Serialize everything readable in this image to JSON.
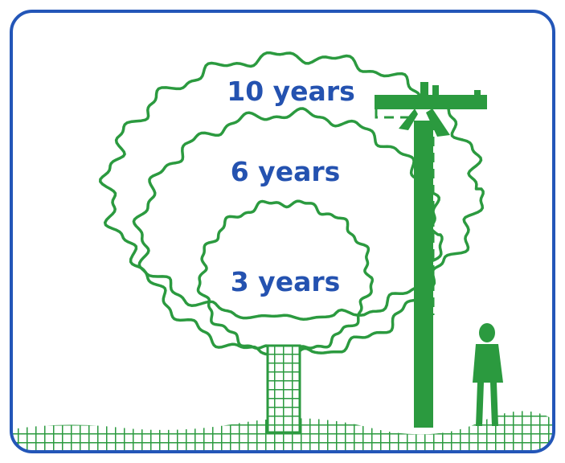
{
  "colors": {
    "frame": "#2356b8",
    "foliage": "#2b9a3f",
    "label": "#2452b0",
    "background": "#ffffff"
  },
  "labels": {
    "ten_years": "10 years",
    "six_years": "6 years",
    "three_years": "3 years"
  },
  "icons": {
    "tree": "tree-icon",
    "utility_pole": "utility-pole-icon",
    "person": "person-silhouette-icon"
  }
}
